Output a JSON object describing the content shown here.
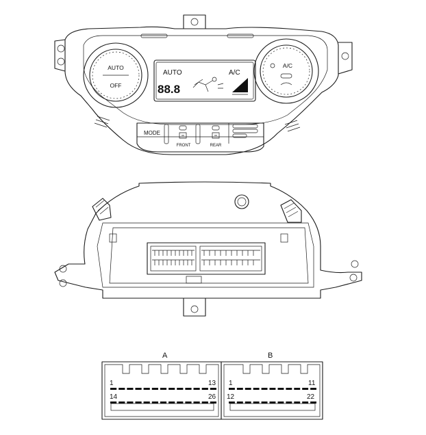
{
  "front_panel": {
    "left_knob": {
      "label_top": "AUTO",
      "label_bottom": "OFF"
    },
    "display": {
      "mode_text": "AUTO",
      "ac_text": "A/C",
      "digits": "88.8"
    },
    "right_knob": {
      "label": "A/C"
    },
    "mode_button": "MODE",
    "front_defrost_label": "FRONT",
    "rear_defrost_label": "REAR"
  },
  "connector_diagram": {
    "connector_a": {
      "label": "A",
      "pin_top_left": "1",
      "pin_top_right": "13",
      "pin_bottom_left": "14",
      "pin_bottom_right": "26",
      "top_row_pins": 13,
      "bottom_row_pins": 13
    },
    "connector_b": {
      "label": "B",
      "pin_top_left": "1",
      "pin_top_right": "11",
      "pin_bottom_left": "12",
      "pin_bottom_right": "22",
      "top_row_pins": 11,
      "bottom_row_pins": 11
    }
  }
}
